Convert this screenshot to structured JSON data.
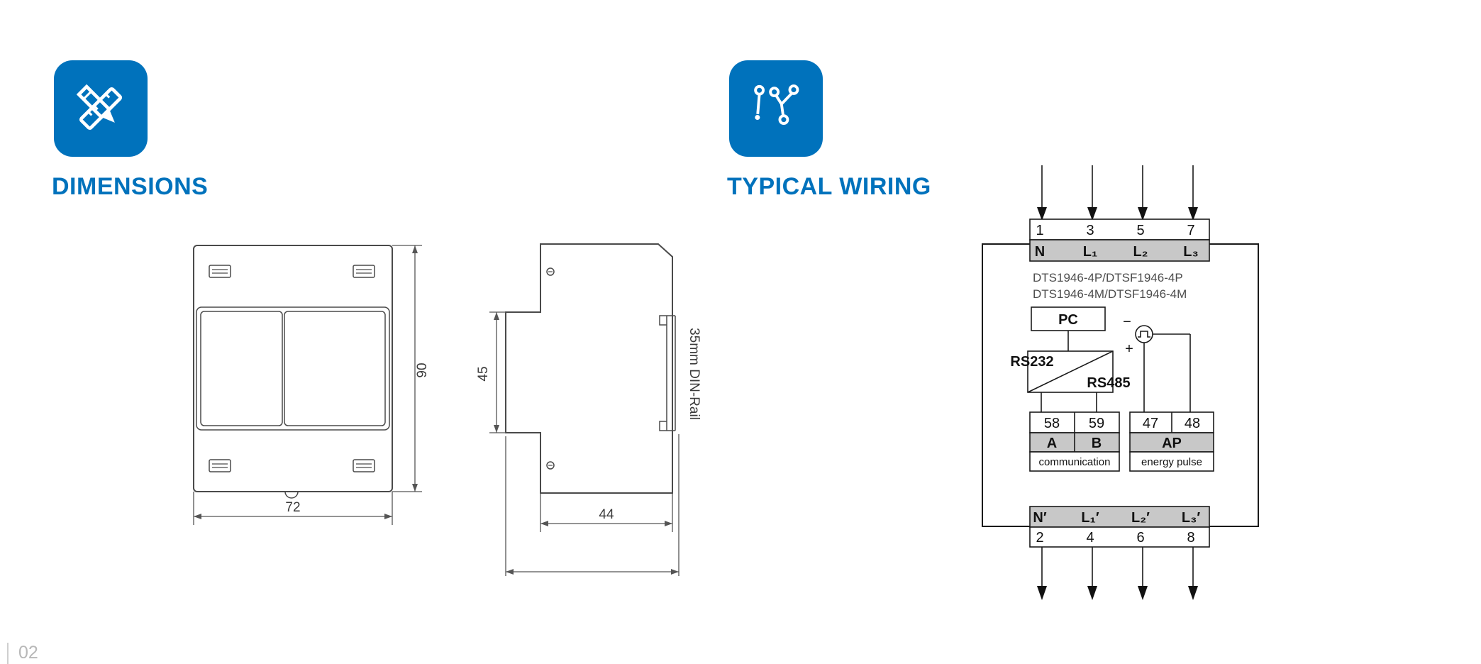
{
  "page": {
    "footer_page_number": "02",
    "accent_blue": "#0072bc",
    "background": "#ffffff"
  },
  "dimensions_section": {
    "title": "DIMENSIONS",
    "icon": "ruler-pencil-icon",
    "front_view": {
      "width_label": "72",
      "height_label": "90"
    },
    "side_view": {
      "height_label": "45",
      "depth_label": "44",
      "rail_label": "35mm DIN-Rail"
    }
  },
  "wiring_section": {
    "title": "TYPICAL WIRING",
    "icon": "wiring-nodes-icon",
    "diagram": {
      "model_line1": "DTS1946-4P/DTSF1946-4P",
      "model_line2": "DTS1946-4M/DTSF1946-4M",
      "top_terminal_numbers": [
        "1",
        "3",
        "5",
        "7"
      ],
      "top_terminal_labels": [
        "N",
        "L₁",
        "L₂",
        "L₃"
      ],
      "pc_label": "PC",
      "rs232_label": "RS232",
      "rs485_label": "RS485",
      "pulse_minus": "−",
      "pulse_plus": "+",
      "comm_terminal_numbers": [
        "58",
        "59"
      ],
      "comm_terminal_labels": [
        "A",
        "B"
      ],
      "comm_caption": "communication",
      "pulse_terminal_numbers": [
        "47",
        "48"
      ],
      "pulse_terminal_label": "AP",
      "pulse_caption": "energy pulse",
      "bottom_terminal_labels": [
        "N′",
        "L₁′",
        "L₂′",
        "L₃′"
      ],
      "bottom_terminal_numbers": [
        "2",
        "4",
        "6",
        "8"
      ]
    }
  }
}
